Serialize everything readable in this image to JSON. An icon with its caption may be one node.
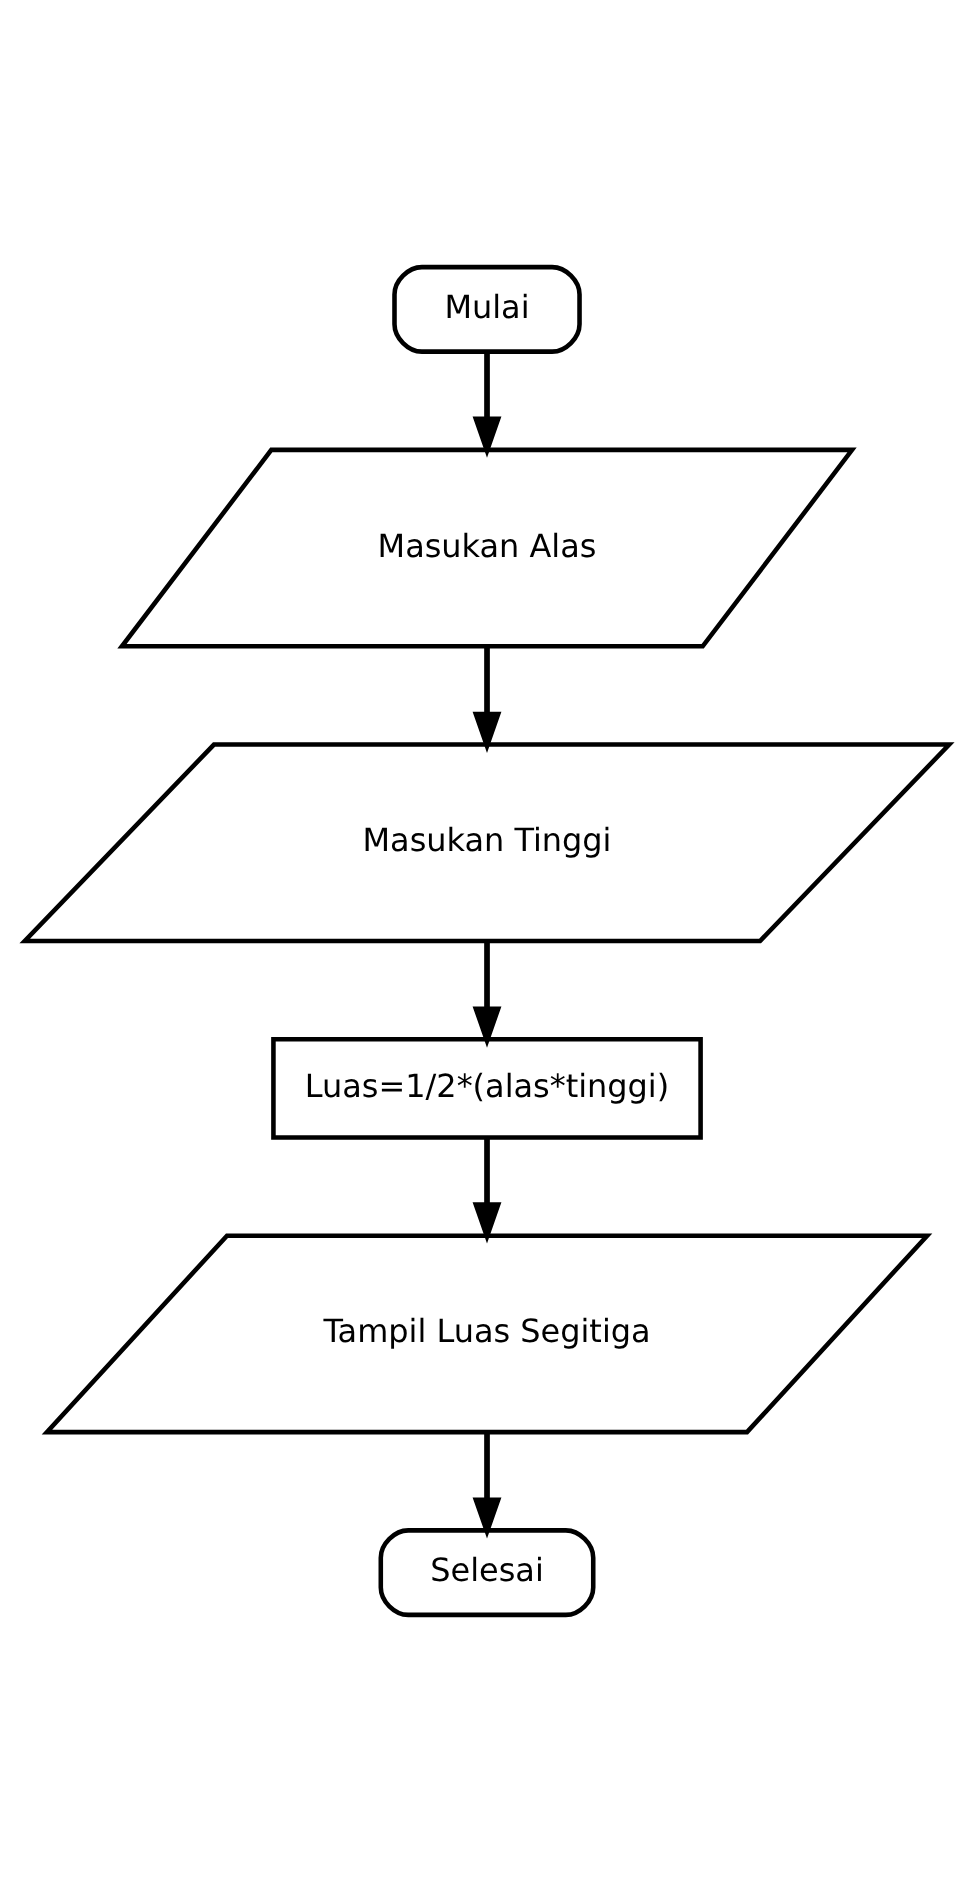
{
  "diagram": {
    "nodes": [
      {
        "text": [
          "Mulai"
        ]
      },
      {
        "text": [
          "Masukan Alas"
        ]
      },
      {
        "text": [
          "Masukan Tinggi"
        ]
      },
      {
        "text": [
          "Luas=1/2*(alas*tinggi)"
        ]
      },
      {
        "text": [
          "Tampil Luas Segitiga"
        ]
      },
      {
        "text": [
          "Selesai"
        ]
      }
    ],
    "edges": [
      {
        "from": 0,
        "to": 1,
        "arrow": "to"
      },
      {
        "from": 1,
        "to": 2,
        "arrow": "to"
      },
      {
        "from": 2,
        "to": 3,
        "arrow": "to"
      },
      {
        "from": 3,
        "to": 4,
        "arrow": "to"
      },
      {
        "from": 4,
        "to": 5,
        "arrow": "to"
      }
    ]
  }
}
